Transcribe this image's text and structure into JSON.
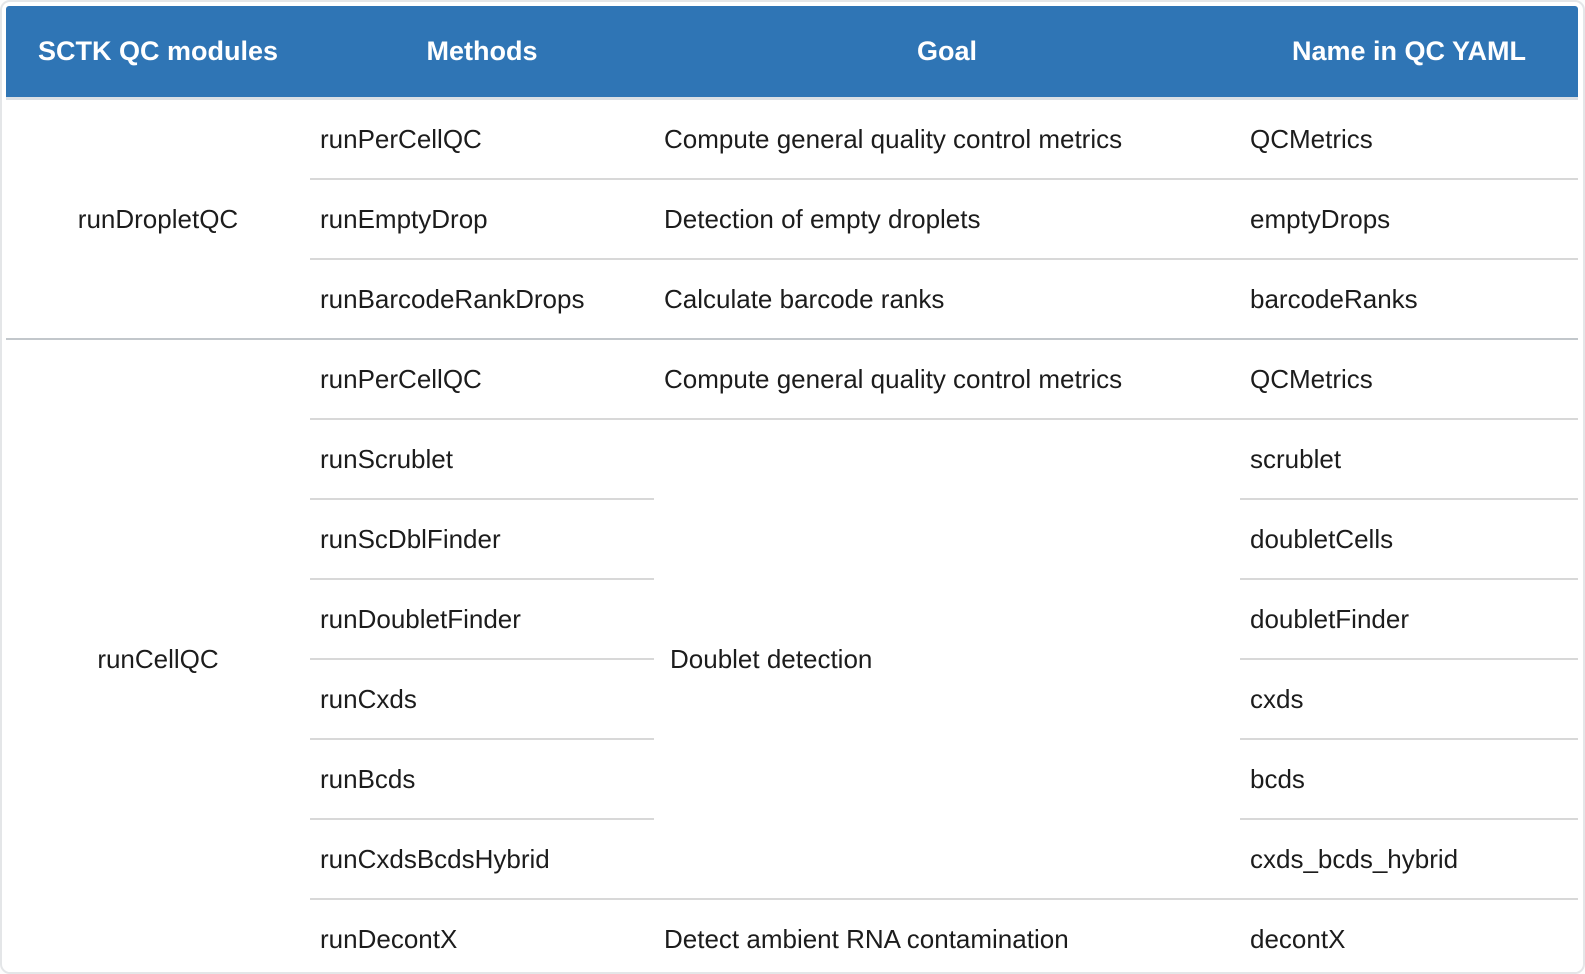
{
  "colors": {
    "header_bg": "#2f75b5",
    "header_text": "#ffffff",
    "body_text": "#1c1c1c",
    "row_separator": "#d8d8d8",
    "group_separator": "#c2c7cb",
    "card_border": "#e4e6e8"
  },
  "table": {
    "headers": [
      "SCTK QC modules",
      "Methods",
      "Goal",
      "Name in QC YAML"
    ],
    "groups": [
      {
        "module": "runDropletQC",
        "rows": [
          {
            "method": "runPerCellQC",
            "goal": "Compute general quality control metrics",
            "yaml": "QCMetrics"
          },
          {
            "method": "runEmptyDrop",
            "goal": "Detection of empty droplets",
            "yaml": "emptyDrops"
          },
          {
            "method": "runBarcodeRankDrops",
            "goal": "Calculate barcode ranks",
            "yaml": "barcodeRanks"
          }
        ]
      },
      {
        "module": "runCellQC",
        "rows": [
          {
            "method": "runPerCellQC",
            "goal": "Compute general quality control metrics",
            "yaml": "QCMetrics"
          },
          {
            "method": "runScrublet",
            "goal": "Doublet detection",
            "yaml": "scrublet"
          },
          {
            "method": "runScDblFinder",
            "yaml": "doubletCells"
          },
          {
            "method": "runDoubletFinder",
            "yaml": "doubletFinder"
          },
          {
            "method": "runCxds",
            "yaml": "cxds"
          },
          {
            "method": "runBcds",
            "yaml": "bcds"
          },
          {
            "method": "runCxdsBcdsHybrid",
            "yaml": "cxds_bcds_hybrid"
          },
          {
            "method": "runDecontX",
            "goal": "Detect ambient RNA contamination",
            "yaml": "decontX"
          }
        ]
      }
    ]
  },
  "chart_data": {
    "type": "table",
    "title": "",
    "columns": [
      "SCTK QC modules",
      "Methods",
      "Goal",
      "Name in QC YAML"
    ],
    "rows": [
      [
        "runDropletQC",
        "runPerCellQC",
        "Compute general quality control metrics",
        "QCMetrics"
      ],
      [
        "runDropletQC",
        "runEmptyDrop",
        "Detection of empty droplets",
        "emptyDrops"
      ],
      [
        "runDropletQC",
        "runBarcodeRankDrops",
        "Calculate barcode ranks",
        "barcodeRanks"
      ],
      [
        "runCellQC",
        "runPerCellQC",
        "Compute general quality control metrics",
        "QCMetrics"
      ],
      [
        "runCellQC",
        "runScrublet",
        "Doublet detection",
        "scrublet"
      ],
      [
        "runCellQC",
        "runScDblFinder",
        "Doublet detection",
        "doubletCells"
      ],
      [
        "runCellQC",
        "runDoubletFinder",
        "Doublet detection",
        "doubletFinder"
      ],
      [
        "runCellQC",
        "runCxds",
        "Doublet detection",
        "cxds"
      ],
      [
        "runCellQC",
        "runBcds",
        "Doublet detection",
        "bcds"
      ],
      [
        "runCellQC",
        "runCxdsBcdsHybrid",
        "Doublet detection",
        "cxds_bcds_hybrid"
      ],
      [
        "runCellQC",
        "runDecontX",
        "Detect ambient RNA contamination",
        "decontX"
      ]
    ],
    "layout_hints": {
      "merged_cells": [
        "module column merged per group (rowspan 3 and 8)",
        "goal 'Doublet detection' merged across 6 rows"
      ],
      "header_style": "blue background, white bold, centered"
    }
  }
}
